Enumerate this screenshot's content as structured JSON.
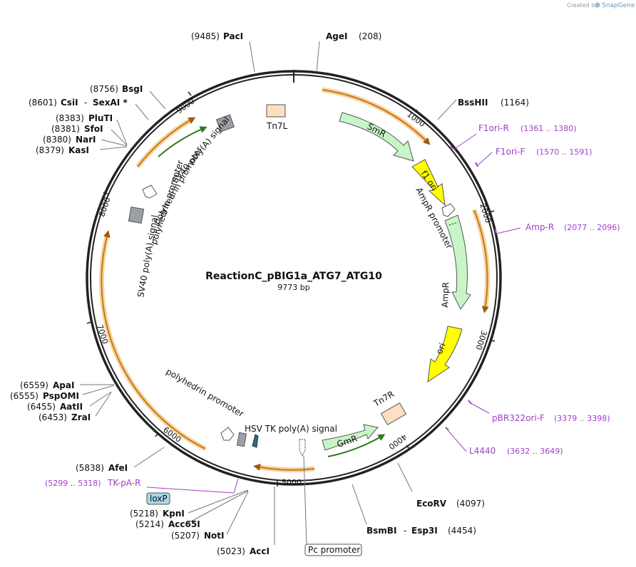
{
  "credit": {
    "prefix": "Created by",
    "brand": "SnapGene"
  },
  "plasmid": {
    "name": "ReactionC_pBIG1a_ATG7_ATG10",
    "size": "9773 bp"
  },
  "ticks": [
    "1000",
    "2000",
    "3000",
    "4000",
    "5000",
    "6000",
    "7000",
    "8000",
    "9000"
  ],
  "sites": [
    {
      "name": "PacI",
      "pos": "(9485)"
    },
    {
      "name": "AgeI",
      "pos": "(208)"
    },
    {
      "name": "BssHII",
      "pos": "(1164)"
    },
    {
      "name": "BsgI",
      "pos": "(8756)"
    },
    {
      "name": "CsiI",
      "pos": "(8601)",
      "extra": "-",
      "extra2": "SexAI *"
    },
    {
      "name": "PluTI",
      "pos": "(8383)"
    },
    {
      "name": "SfoI",
      "pos": "(8381)"
    },
    {
      "name": "NarI",
      "pos": "(8380)"
    },
    {
      "name": "KasI",
      "pos": "(8379)"
    },
    {
      "name": "ApaI",
      "pos": "(6559)"
    },
    {
      "name": "PspOMI",
      "pos": "(6555)"
    },
    {
      "name": "AatII",
      "pos": "(6455)"
    },
    {
      "name": "ZraI",
      "pos": "(6453)"
    },
    {
      "name": "AfeI",
      "pos": "(5838)"
    },
    {
      "name": "KpnI",
      "pos": "(5218)"
    },
    {
      "name": "Acc65I",
      "pos": "(5214)"
    },
    {
      "name": "NotI",
      "pos": "(5207)"
    },
    {
      "name": "AccI",
      "pos": "(5023)"
    },
    {
      "name": "EcoRV",
      "pos": "(4097)"
    },
    {
      "name": "BsmBI",
      "pos": "(4454)",
      "extra": "-",
      "extra2": "Esp3I"
    }
  ],
  "primers": [
    {
      "name": "F1ori-R",
      "range": "(1361 .. 1380)"
    },
    {
      "name": "F1ori-F",
      "range": "(1570 .. 1591)"
    },
    {
      "name": "Amp-R",
      "range": "(2077 .. 2096)"
    },
    {
      "name": "pBR322ori-F",
      "range": "(3379 .. 3398)"
    },
    {
      "name": "L4440",
      "range": "(3632 .. 3649)"
    },
    {
      "name": "TK-pA-R",
      "range": "(5299 .. 5318)"
    }
  ],
  "features": {
    "tn7l": "Tn7L",
    "smr": "SmR",
    "f1ori": "f1 ori",
    "ampr_promoter": "AmpR promoter",
    "ampr": "AmpR",
    "ori": "ori",
    "tn7r": "Tn7R",
    "gmr": "GmR",
    "hsv": "HSV TK poly(A) signal",
    "polh_promoter_bottom": "polyhedrin promoter",
    "sv40_left": "SV40 poly(A) signal",
    "polh_promoter_left": "polyhedrin promoter",
    "sv40_top": "SV40 poly(A) signal",
    "polh_promoter_top": "polyhedrin promoter",
    "loxp": "loxP",
    "pc_promoter": "Pc promoter"
  },
  "colors": {
    "backbone": "#222222",
    "orf_arrow": "#c87814",
    "orf_glow": "#f5c98a",
    "resistance": "#c8f5c8",
    "origin": "#ffff00",
    "primer": "#a040c8",
    "terminator": "#9aa0a6",
    "tn7": "#fde0c0",
    "loxp": "#a8d8ea"
  }
}
